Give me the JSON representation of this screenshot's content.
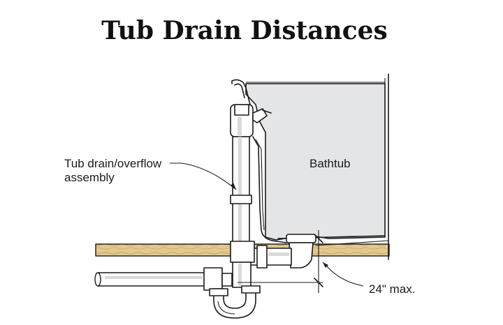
{
  "diagram": {
    "title": "Tub Drain Distances",
    "labels": {
      "assembly_line1": "Tub drain/overflow",
      "assembly_line2": "assembly",
      "bathtub": "Bathtub",
      "max_distance": "24\" max."
    },
    "colors": {
      "tub_fill": "#e4e5e7",
      "joist": "#e3c98f",
      "ink": "#1a1a1a"
    }
  }
}
